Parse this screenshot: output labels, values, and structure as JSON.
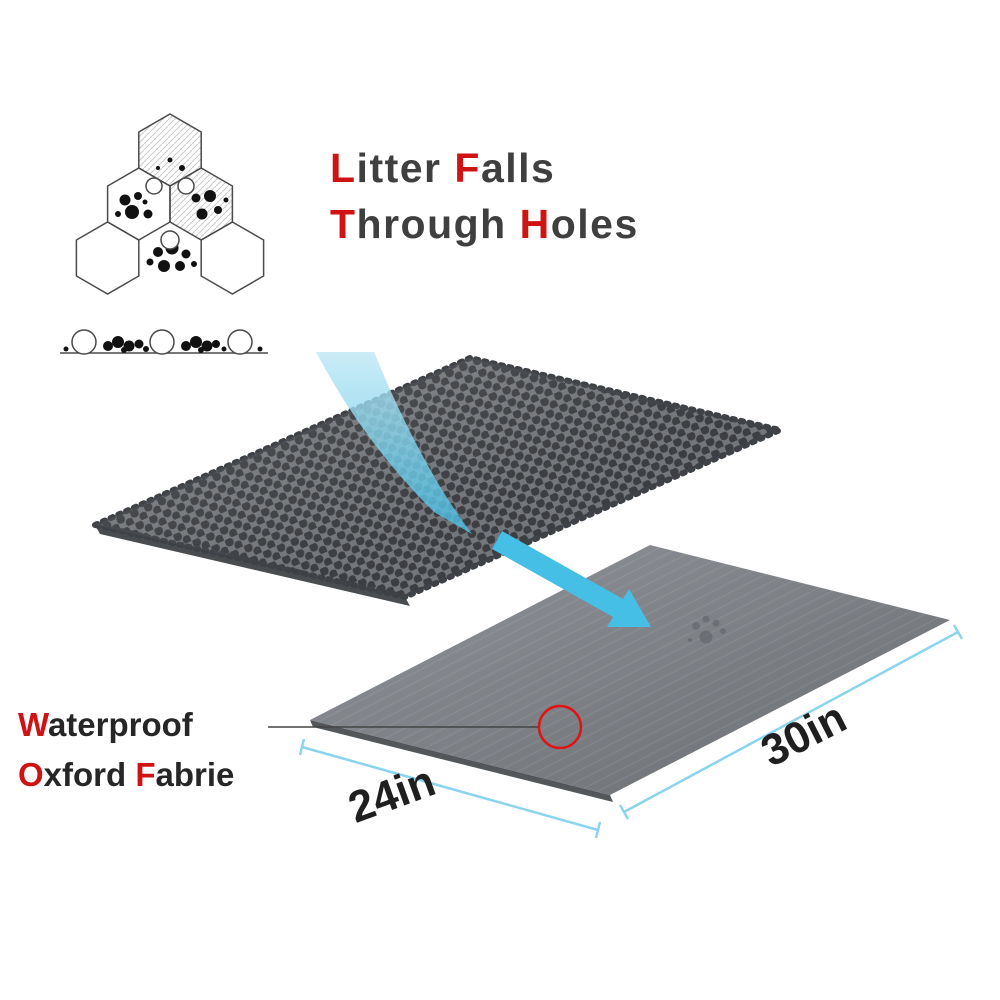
{
  "colors": {
    "accent_red": "#cf1212",
    "headline_dark": "#3f3f3f",
    "label_dark": "#262626",
    "arrow_blue": "#45bfe6",
    "arrow_blue_light": "#bde7f5",
    "dimension_blue": "#8ad4ee",
    "mat_gray": "#73767a",
    "mat_hole_dark": "#3c3e41",
    "fabric_gray_light": "#90949a",
    "fabric_gray_dark": "#6a6d71",
    "background": "#ffffff"
  },
  "headline": {
    "line1": {
      "segments": [
        {
          "text": "L",
          "red": true
        },
        {
          "text": "itter ",
          "red": false
        },
        {
          "text": "F",
          "red": true
        },
        {
          "text": "alls",
          "red": false
        }
      ]
    },
    "line2": {
      "segments": [
        {
          "text": "T",
          "red": true
        },
        {
          "text": "hrough ",
          "red": false
        },
        {
          "text": "H",
          "red": true
        },
        {
          "text": "oles",
          "red": false
        }
      ]
    }
  },
  "fabric_label": {
    "line1": {
      "segments": [
        {
          "text": "W",
          "red": true
        },
        {
          "text": "aterproof",
          "red": false
        }
      ]
    },
    "line2": {
      "segments": [
        {
          "text": "O",
          "red": true
        },
        {
          "text": "xford ",
          "red": false
        },
        {
          "text": "F",
          "red": true
        },
        {
          "text": "abrie",
          "red": false
        }
      ]
    }
  },
  "dimensions": {
    "width_label": "24in",
    "length_label": "30in"
  },
  "illustrations": {
    "honeycomb_diagram": "honeycomb-holes-with-litter-icon",
    "litter_below_illustration": "litter-granules-under-mat-icon",
    "mesh_layer": "honeycomb-mesh-mat-layer",
    "fabric_layer": "waterproof-oxford-fabric-layer",
    "flow_arrow": "blue-flow-arrow-icon",
    "inspect_circle": "red-highlight-circle-icon"
  }
}
